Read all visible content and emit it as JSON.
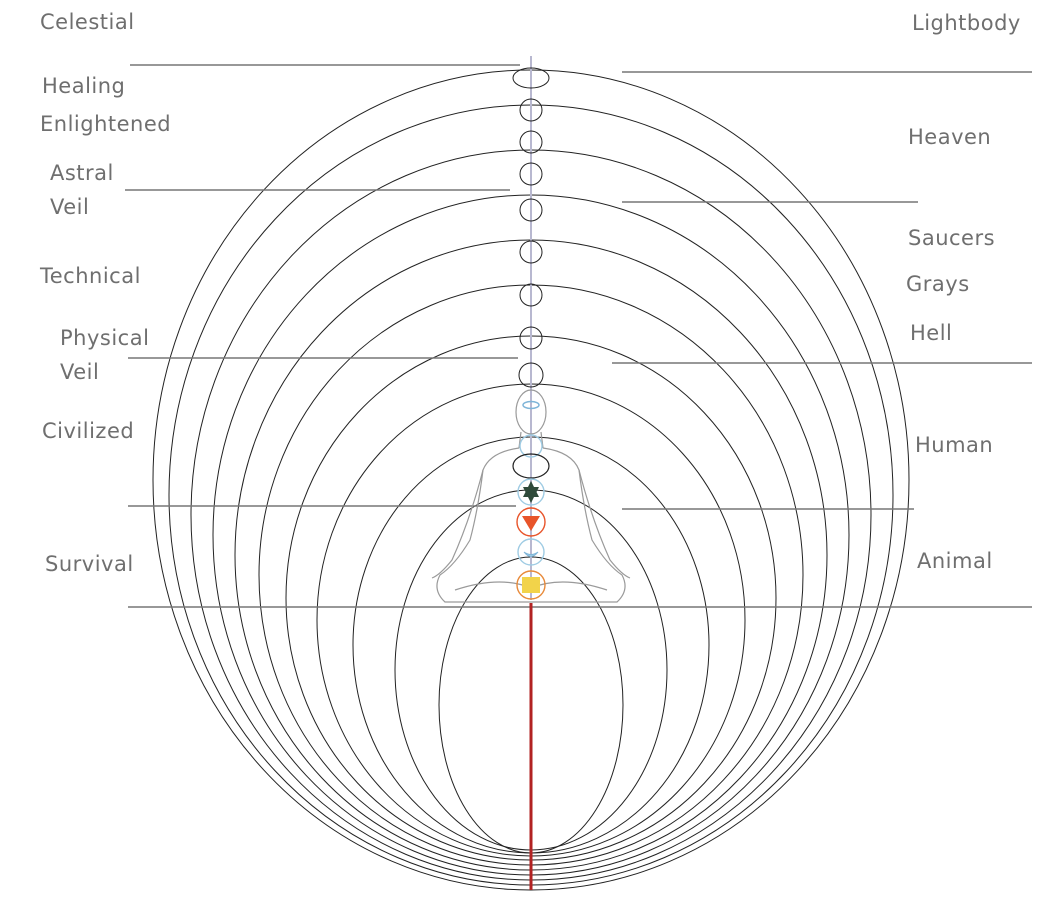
{
  "left_labels": [
    "Celestial",
    "Healing",
    "Enlightened",
    "Astral",
    "Veil",
    "Technical",
    "Physical",
    "Veil",
    "Civilized",
    "Survival"
  ],
  "right_labels": [
    "Lightbody",
    "Heaven",
    "Saucers",
    "Grays",
    "Hell",
    "Human",
    "Animal"
  ],
  "colors": {
    "label_text": "#6f6f6f",
    "ring_stroke": "#222222",
    "divider_line": "#777777",
    "upper_axis": "#b8b8d0",
    "lower_axis": "#b22222",
    "root_chakra": "#f2d34a",
    "sacral_chakra": "#9ecbe3",
    "solar_chakra": "#e8542a",
    "heart_chakra": "#2f4a3a",
    "throat_chakra": "#9ecbe3",
    "figure_outline": "#9a9a9a"
  },
  "icons": {
    "solar_symbol": "triangle-down-icon",
    "heart_symbol": "hexagram-icon",
    "sacral_symbol": "crescent-icon",
    "root_symbol": "square-icon",
    "third_eye_symbol": "eye-icon"
  }
}
